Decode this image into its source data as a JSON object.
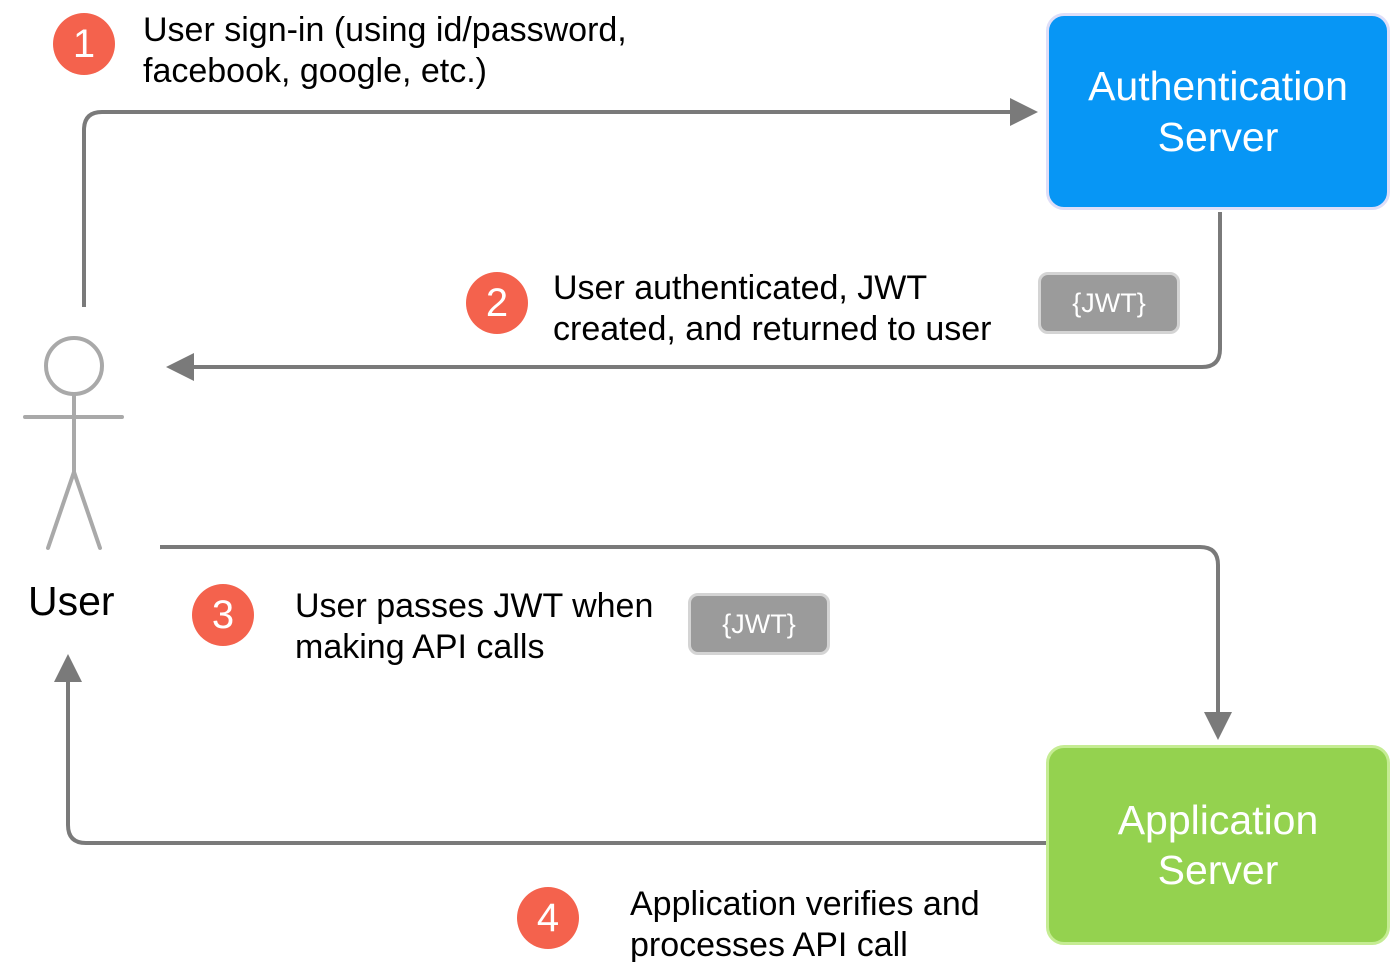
{
  "diagram": {
    "actor_label": "User",
    "auth_server": {
      "label": "Authentication\nServer"
    },
    "app_server": {
      "label": "Application\nServer"
    },
    "steps": [
      {
        "number": "1",
        "text": "User sign-in (using id/password,\nfacebook, google, etc.)"
      },
      {
        "number": "2",
        "text": "User authenticated, JWT\ncreated, and returned to user"
      },
      {
        "number": "3",
        "text": "User passes JWT when\nmaking API calls"
      },
      {
        "number": "4",
        "text": "Application verifies and\nprocesses API call"
      }
    ],
    "jwt_badge_1": "{JWT}",
    "jwt_badge_2": "{JWT}",
    "colors": {
      "auth_server_fill": "#0796F5",
      "auth_server_border": "#DEDEF8",
      "app_server_fill": "#94D24F",
      "app_server_border": "#C5EC93",
      "step_circle_fill": "#F4624D",
      "badge_fill": "#9B9B9B",
      "badge_border": "#D4D4D4",
      "arrow_stroke": "#7A7A7A",
      "actor_stroke": "#A9A9A9"
    }
  }
}
